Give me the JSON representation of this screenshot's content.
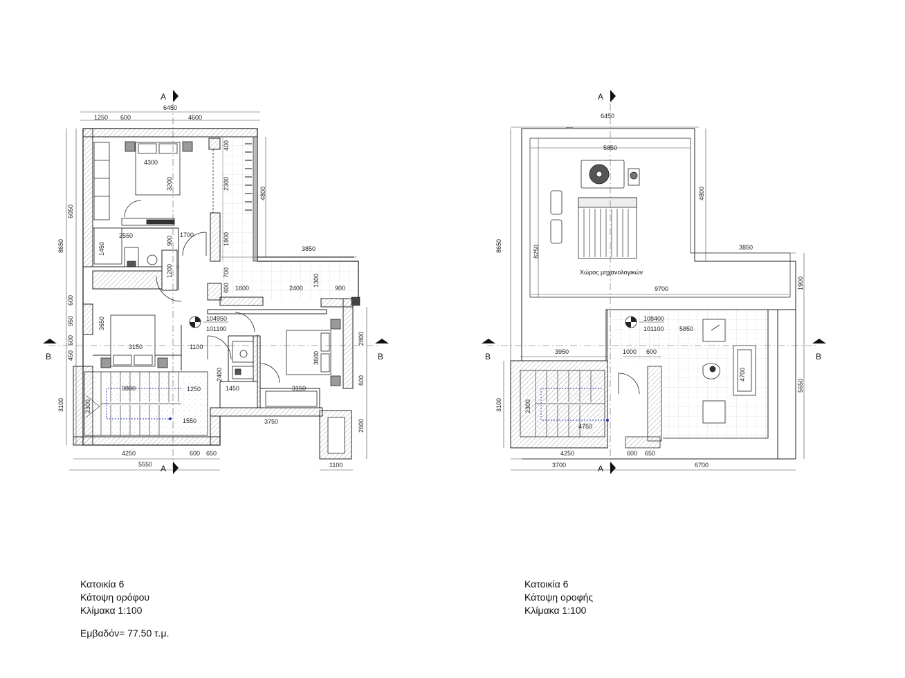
{
  "colors": {
    "line": "#222222",
    "wall_fill": "#f2f2f2",
    "stair_line": "#1f2fbf",
    "paper": "#ffffff"
  },
  "section_marks": {
    "a": "A",
    "b": "B"
  },
  "floor_plan": {
    "dims": {
      "top_total": "6450",
      "top_1": "1250",
      "top_2": "600",
      "top_3": "4600",
      "left_total": "8650",
      "left_upper": "6050",
      "left_600a": "600",
      "left_950": "950",
      "left_600b": "600",
      "left_450": "450",
      "left_3100": "3100",
      "right_4800": "4800",
      "right_2800": "2800",
      "right_600": "600",
      "right_2600": "2600",
      "bottom_4250": "4250",
      "bottom_600": "600",
      "bottom_650": "650",
      "bottom_5550": "5550",
      "bottom_1100": "1100",
      "room_4300": "4300",
      "room_3200": "3200",
      "room_2300": "2300",
      "room_400": "400",
      "room_2550": "2550",
      "room_1450a": "1450",
      "room_900": "900",
      "room_1700": "1700",
      "room_1900": "1900",
      "room_1200": "1200",
      "room_700": "700",
      "room_600": "600",
      "room_1600": "1600",
      "room_2400a": "2400",
      "room_1300": "1300",
      "room_900b": "900",
      "room_3850": "3850",
      "room_3650": "3650",
      "room_3150a": "3150",
      "room_1100": "1100",
      "room_3600": "3600",
      "room_2400b": "2400",
      "room_1450b": "1450",
      "room_3150b": "3150",
      "stair_3800": "3800",
      "stair_2300": "2300",
      "stair_1250": "1250",
      "stair_1550": "1550",
      "stair_3750": "3750"
    },
    "levels": {
      "upper": "104950",
      "lower": "101100"
    }
  },
  "roof_plan": {
    "dims": {
      "top_total": "6450",
      "inner_5850": "5850",
      "left_8650": "8650",
      "left_8250": "8250",
      "right_4800": "4800",
      "right_3850": "3850",
      "right_1900": "1900",
      "right_5650": "5650",
      "mid_9700": "9700",
      "terrace_5850": "5850",
      "dim_3950": "3950",
      "dim_1000": "1000",
      "dim_600": "600",
      "dim_4700": "4700",
      "left_3100": "3100",
      "stair_2300": "2300",
      "stair_4750": "4750",
      "bottom_4250": "4250",
      "bottom_600": "600",
      "bottom_650": "650",
      "bottom_3700": "3700",
      "bottom_6700": "6700"
    },
    "levels": {
      "upper": "108400",
      "lower": "101100"
    },
    "room_label": "Χώρος μηχανολογικών"
  },
  "captions": {
    "left": {
      "line1": "Κατοικία 6",
      "line2": "Κάτοψη ορόφου",
      "line3": "Κλίμακα 1:100",
      "area": "Εμβαδόν= 77.50 τ.μ."
    },
    "right": {
      "line1": "Κατοικία 6",
      "line2": "Κάτοψη οροφής",
      "line3": "Κλίμακα 1:100"
    }
  }
}
